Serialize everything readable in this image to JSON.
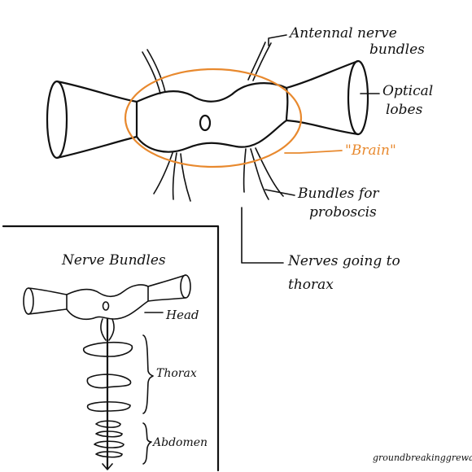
{
  "top_diagram": {
    "labels": {
      "antennal": [
        "Antennal nerve",
        "bundles"
      ],
      "optical": [
        "Optical",
        "lobes"
      ],
      "brain": "\"Brain\"",
      "proboscis": [
        "Bundles for",
        "proboscis"
      ],
      "thorax_nerves": [
        "Nerves going to",
        "thorax"
      ]
    }
  },
  "inset": {
    "title": "Nerve Bundles",
    "labels": {
      "head": "Head",
      "thorax": "Thorax",
      "abdomen": "Abdomen"
    }
  },
  "signature": "groundbreakinggrewal",
  "colors": {
    "ink": "#111111",
    "brain_highlight": "#e8892e"
  }
}
